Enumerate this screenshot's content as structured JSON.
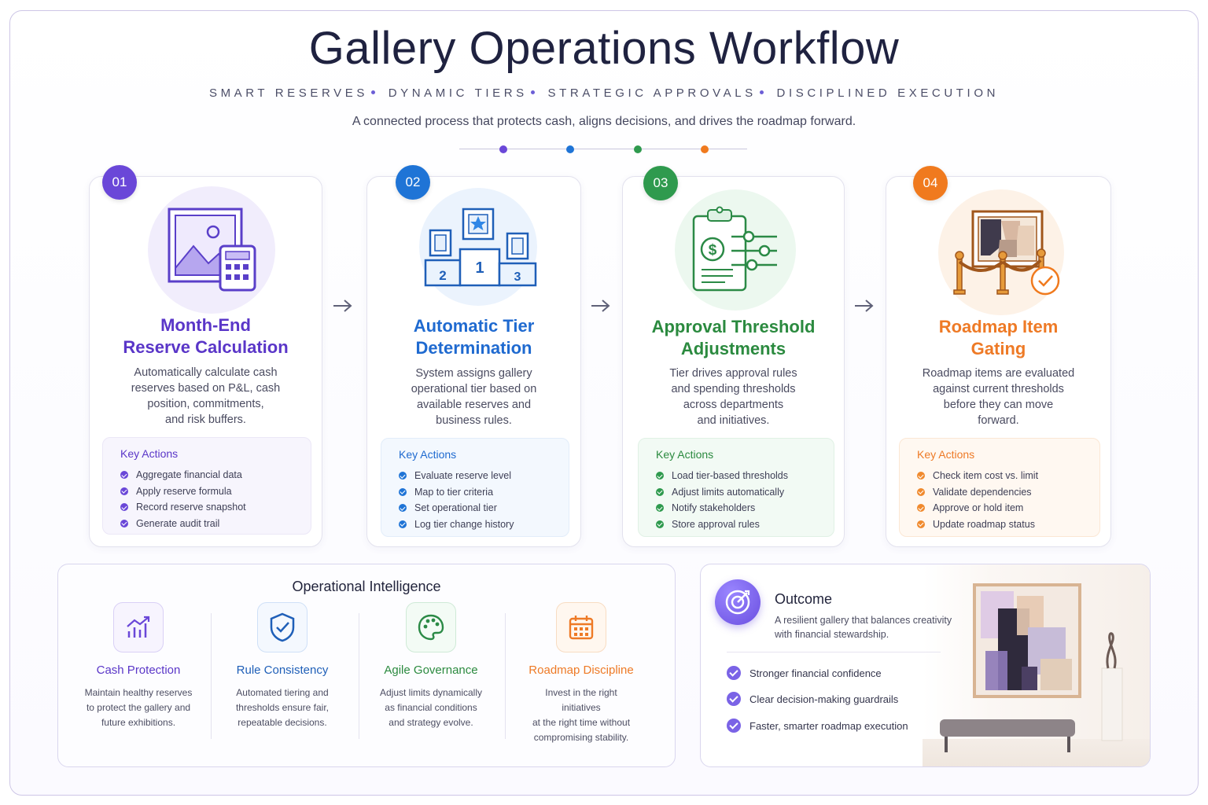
{
  "header": {
    "title": "Gallery Operations Workflow",
    "subtitle_parts": [
      "SMART RESERVES",
      "DYNAMIC TIERS",
      "STRATEGIC APPROVALS",
      "DISCIPLINED EXECUTION"
    ],
    "tagline": "A connected process that protects cash, aligns decisions, and drives the roadmap forward."
  },
  "colors": {
    "purple": "#6a47d8",
    "blue": "#1f74d6",
    "green": "#2f9a4e",
    "orange": "#f07a1e"
  },
  "steps": [
    {
      "number": "01",
      "title_line1": "Month-End",
      "title_line2": "Reserve Calculation",
      "desc_lines": [
        "Automatically calculate cash",
        "reserves based on P&L, cash",
        "position, commitments,",
        "and risk buffers."
      ],
      "icon": "artwork-calculator-icon",
      "key_actions_label": "Key Actions",
      "actions": [
        "Aggregate financial data",
        "Apply reserve formula",
        "Record reserve snapshot",
        "Generate audit trail"
      ]
    },
    {
      "number": "02",
      "title_line1": "Automatic Tier",
      "title_line2": "Determination",
      "desc_lines": [
        "System assigns gallery",
        "operational tier based on",
        "available reserves and",
        "business rules."
      ],
      "icon": "podium-tiers-icon",
      "podium_labels": [
        "2",
        "1",
        "3"
      ],
      "key_actions_label": "Key Actions",
      "actions": [
        "Evaluate reserve level",
        "Map to tier criteria",
        "Set operational tier",
        "Log tier change history"
      ]
    },
    {
      "number": "03",
      "title_line1": "Approval Threshold",
      "title_line2": "Adjustments",
      "desc_lines": [
        "Tier drives approval rules",
        "and spending thresholds",
        "across departments",
        "and initiatives."
      ],
      "icon": "clipboard-sliders-icon",
      "icon_symbol": "$",
      "key_actions_label": "Key Actions",
      "actions": [
        "Load tier-based thresholds",
        "Adjust limits automatically",
        "Notify stakeholders",
        "Store approval rules"
      ]
    },
    {
      "number": "04",
      "title_line1": "Roadmap Item",
      "title_line2": "Gating",
      "desc_lines": [
        "Roadmap items are evaluated",
        "against current thresholds",
        "before they can move",
        "forward."
      ],
      "icon": "gated-artwork-icon",
      "key_actions_label": "Key Actions",
      "actions": [
        "Check item cost vs. limit",
        "Validate dependencies",
        "Approve or hold item",
        "Update roadmap status"
      ]
    }
  ],
  "intelligence": {
    "title": "Operational Intelligence",
    "items": [
      {
        "name": "Cash Protection",
        "icon": "growth-chart-icon",
        "text_lines": [
          "Maintain healthy reserves",
          "to protect the gallery and",
          "future exhibitions."
        ]
      },
      {
        "name": "Rule Consistency",
        "icon": "shield-check-icon",
        "text_lines": [
          "Automated tiering and",
          "thresholds ensure fair,",
          "repeatable decisions."
        ]
      },
      {
        "name": "Agile Governance",
        "icon": "palette-icon",
        "text_lines": [
          "Adjust limits dynamically",
          "as financial conditions",
          "and strategy evolve."
        ]
      },
      {
        "name": "Roadmap Discipline",
        "icon": "calendar-icon",
        "text_lines": [
          "Invest in the right initiatives",
          "at the right time without",
          "compromising stability."
        ]
      }
    ]
  },
  "outcome": {
    "title": "Outcome",
    "icon": "target-icon",
    "desc_lines": [
      "A resilient gallery that balances creativity",
      "with financial stewardship."
    ],
    "items": [
      "Stronger financial confidence",
      "Clear decision-making guardrails",
      "Faster, smarter roadmap execution"
    ]
  }
}
